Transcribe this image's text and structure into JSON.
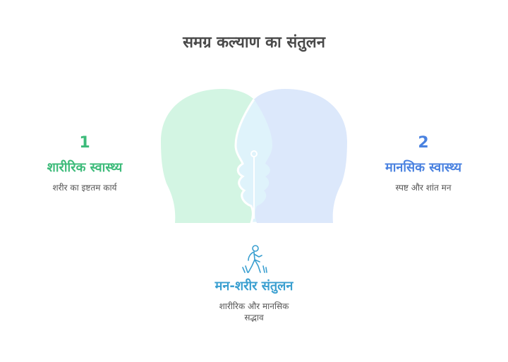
{
  "title": "समग्र कल्याण का संतुलन",
  "left": {
    "number": "1",
    "label": "शारीरिक स्वास्थ्य",
    "description": "शरीर का इष्टतम कार्य",
    "color": "#3dbb7a"
  },
  "right": {
    "number": "2",
    "label": "मानसिक स्वास्थ्य",
    "description": "स्पष्ट और शांत मन",
    "color": "#4a82e0"
  },
  "center": {
    "label": "मन-शरीर संतुलन",
    "description_line1": "शारीरिक और मानसिक",
    "description_line2": "सद्भाव",
    "icon": "walking-person-icon",
    "color": "#3a9fd0"
  },
  "colors": {
    "green_head": "#d3f5e3",
    "blue_head": "#dce8fb",
    "overlap": "#dff3fb"
  }
}
